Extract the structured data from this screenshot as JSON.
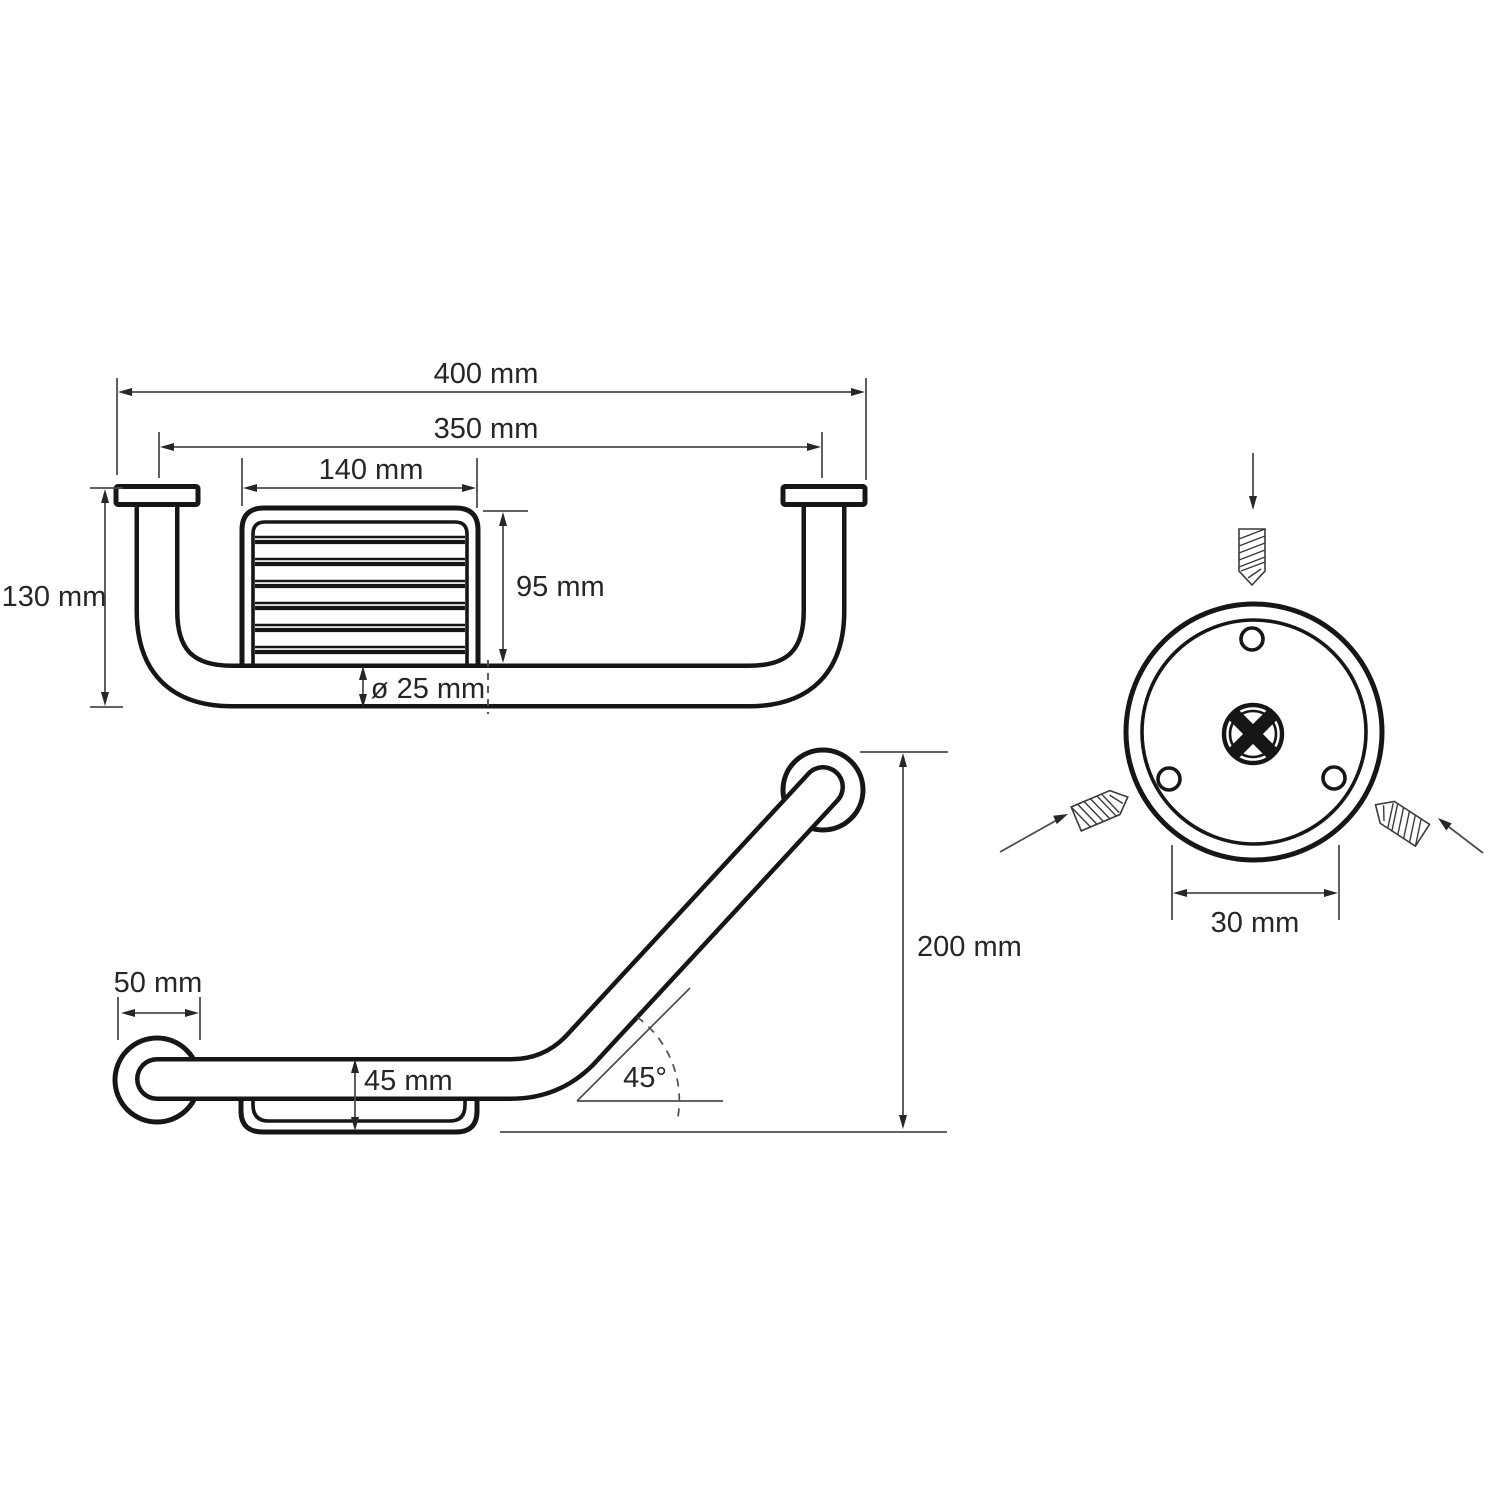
{
  "front_view": {
    "overall_width": "400 mm",
    "flange_spacing": "350 mm",
    "basket_width": "140 mm",
    "basket_height": "95 mm",
    "height": "130 mm",
    "tube_diameter": "ø 25 mm"
  },
  "side_view": {
    "flange_width": "50 mm",
    "basket_depth": "45 mm",
    "bend_angle": "45°",
    "height": "200 mm"
  },
  "flange_detail": {
    "hole_spacing": "30 mm"
  },
  "colors": {
    "line": "#161616",
    "dimension": "#4d4d4d",
    "background": "#ffffff"
  }
}
